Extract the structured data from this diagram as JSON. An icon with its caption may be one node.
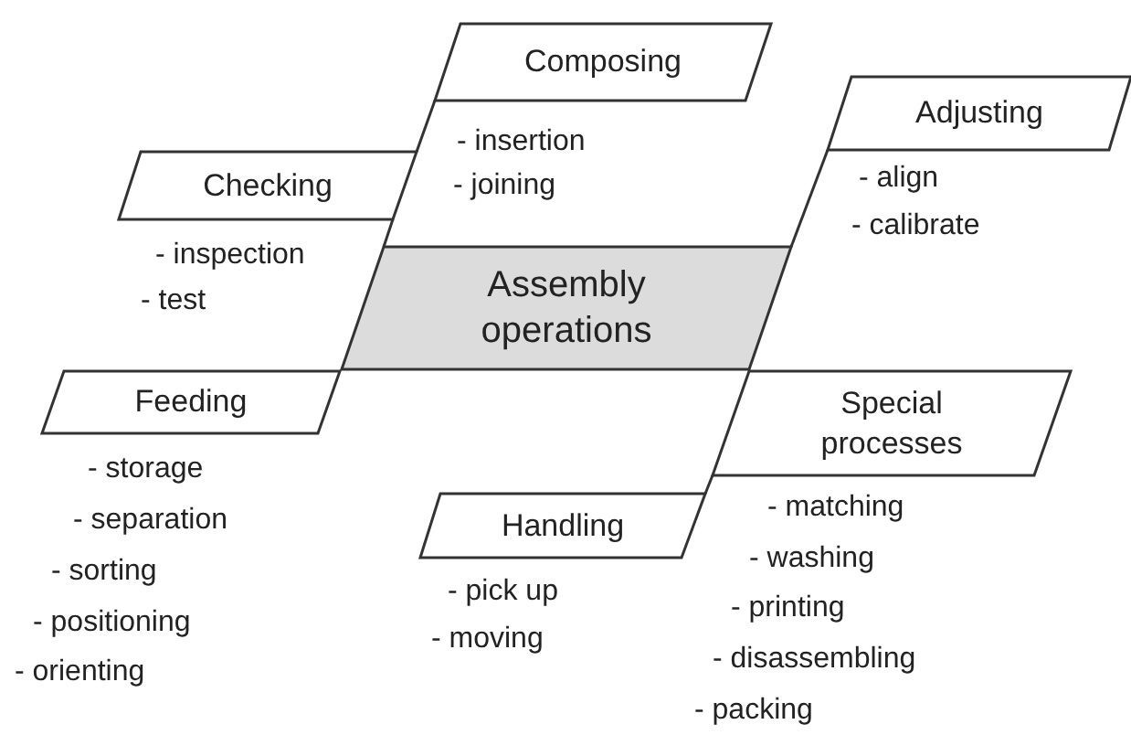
{
  "diagram": {
    "nodes": [
      {
        "text": [
          "Composing"
        ],
        "beside": [
          "- insertion",
          "- joining"
        ]
      },
      {
        "text": [
          "Adjusting"
        ],
        "beside": [
          "- align",
          "- calibrate"
        ]
      },
      {
        "text": [
          "Checking"
        ],
        "beside": [
          "- inspection",
          "- test"
        ]
      },
      {
        "text": [
          "Assembly operations"
        ]
      },
      {
        "text": [
          "Feeding"
        ],
        "beside": [
          "- storage",
          "- separation",
          "- sorting",
          "- positioning",
          "- orienting"
        ]
      },
      {
        "text": [
          "Special processes"
        ],
        "beside": [
          "- matching",
          "- washing",
          "- printing",
          "- disassembling",
          "- packing"
        ]
      },
      {
        "text": [
          "Handling"
        ],
        "beside": [
          "- pick up",
          "- moving"
        ]
      }
    ],
    "edges": [
      {
        "from": 0,
        "to": 2,
        "arrow": "none"
      },
      {
        "from": 2,
        "to": 3,
        "arrow": "none"
      },
      {
        "from": 1,
        "to": 3,
        "arrow": "none"
      },
      {
        "from": 5,
        "to": 6,
        "arrow": "none"
      }
    ]
  }
}
